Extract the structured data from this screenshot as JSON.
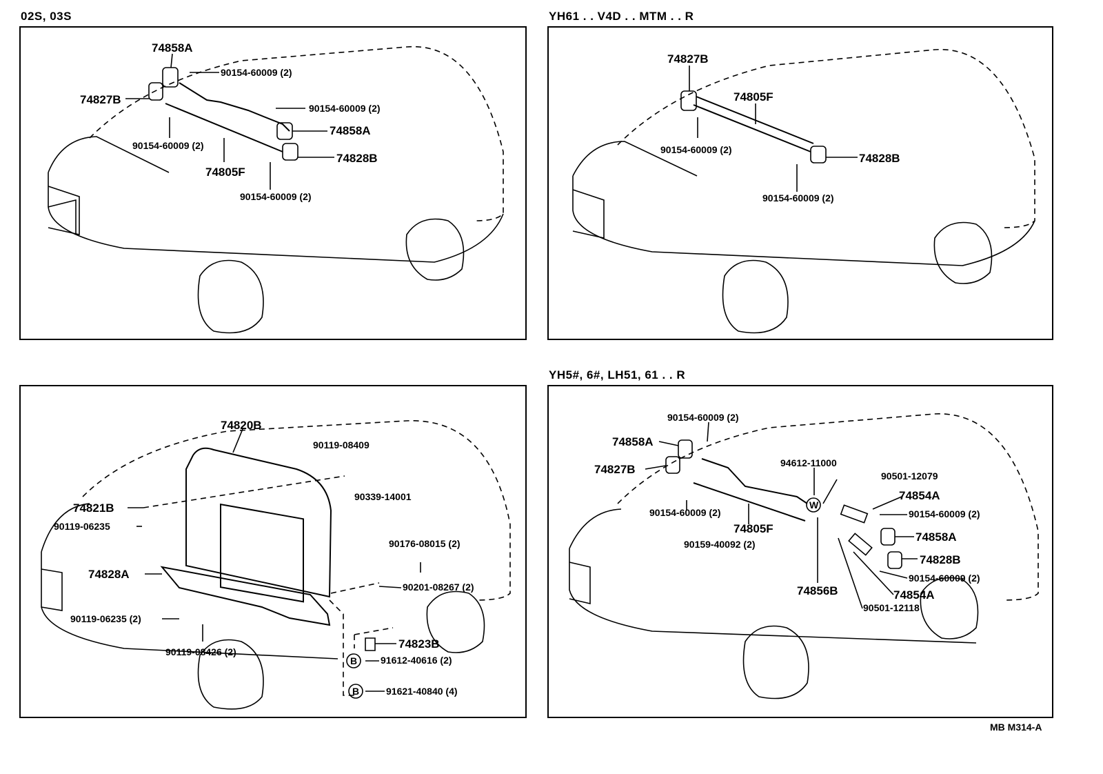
{
  "panels": [
    {
      "title": "02S, 03S",
      "labels": {
        "p74858A_top": "74858A",
        "p74827B": "74827B",
        "p901_a": "90154-60009 (2)",
        "p901_b": "90154-60009 (2)",
        "p901_c": "90154-60009 (2)",
        "p74858A_r": "74858A",
        "p74805F": "74805F",
        "p74828B": "74828B",
        "p901_d": "90154-60009 (2)"
      }
    },
    {
      "title": "YH61 . . V4D . . MTM . . R",
      "labels": {
        "p74827B": "74827B",
        "p74805F": "74805F",
        "p901_a": "90154-60009 (2)",
        "p74828B": "74828B",
        "p901_b": "90154-60009 (2)"
      }
    },
    {
      "title": "",
      "labels": {
        "p74820B": "74820B",
        "p90119_08409": "90119-08409",
        "p90339": "90339-14001",
        "p74821B": "74821B",
        "p90119_06235": "90119-06235",
        "p90176": "90176-08015 (2)",
        "p74828A": "74828A",
        "p90201": "90201-08267 (2)",
        "p90119_06235b": "90119-06235 (2)",
        "p74823B": "74823B",
        "p90119_08426": "90119-08426 (2)",
        "p91612": "91612-40616 (2)",
        "p91621": "91621-40840 (4)",
        "circle_b1": "B",
        "circle_b2": "B"
      }
    },
    {
      "title": "YH5#, 6#, LH51, 61 . . R",
      "labels": {
        "p901_top": "90154-60009 (2)",
        "p74858A": "74858A",
        "p94612": "94612-11000",
        "p90501_12079": "90501-12079",
        "p74827B": "74827B",
        "p74854A_top": "74854A",
        "p901_mid": "90154-60009 (2)",
        "p901_left": "90154-60009 (2)",
        "p74858A_r": "74858A",
        "p74805F": "74805F",
        "p90159": "90159-40092 (2)",
        "p74828B": "74828B",
        "p901_low": "90154-60009 (2)",
        "p74856B": "74856B",
        "p74854A_b": "74854A",
        "p90501_12118": "90501-12118",
        "circle_w": "W"
      }
    }
  ],
  "footer_code": "MB  M314-A"
}
